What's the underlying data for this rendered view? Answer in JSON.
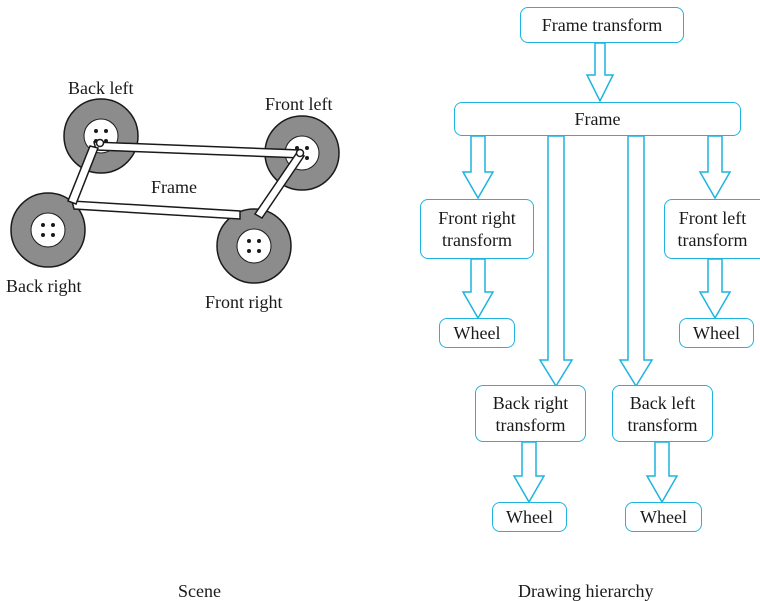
{
  "scene": {
    "wheels": {
      "back_left": "Back left",
      "front_left": "Front left",
      "back_right": "Back right",
      "front_right": "Front right"
    },
    "frame_label": "Frame",
    "caption": "Scene"
  },
  "hierarchy": {
    "caption": "Drawing hierarchy",
    "frame_transform": "Frame transform",
    "frame": "Frame",
    "front_right_transform": "Front right\ntransform",
    "front_left_transform": "Front left\ntransform",
    "back_right_transform": "Back right\ntransform",
    "back_left_transform": "Back left\ntransform",
    "wheel_front_right": "Wheel",
    "wheel_front_left": "Wheel",
    "wheel_back_right": "Wheel",
    "wheel_back_left": "Wheel"
  },
  "colors": {
    "accent": "#1eb4e0",
    "tire": "#8c8c8c",
    "outline": "#1a1a1a"
  }
}
